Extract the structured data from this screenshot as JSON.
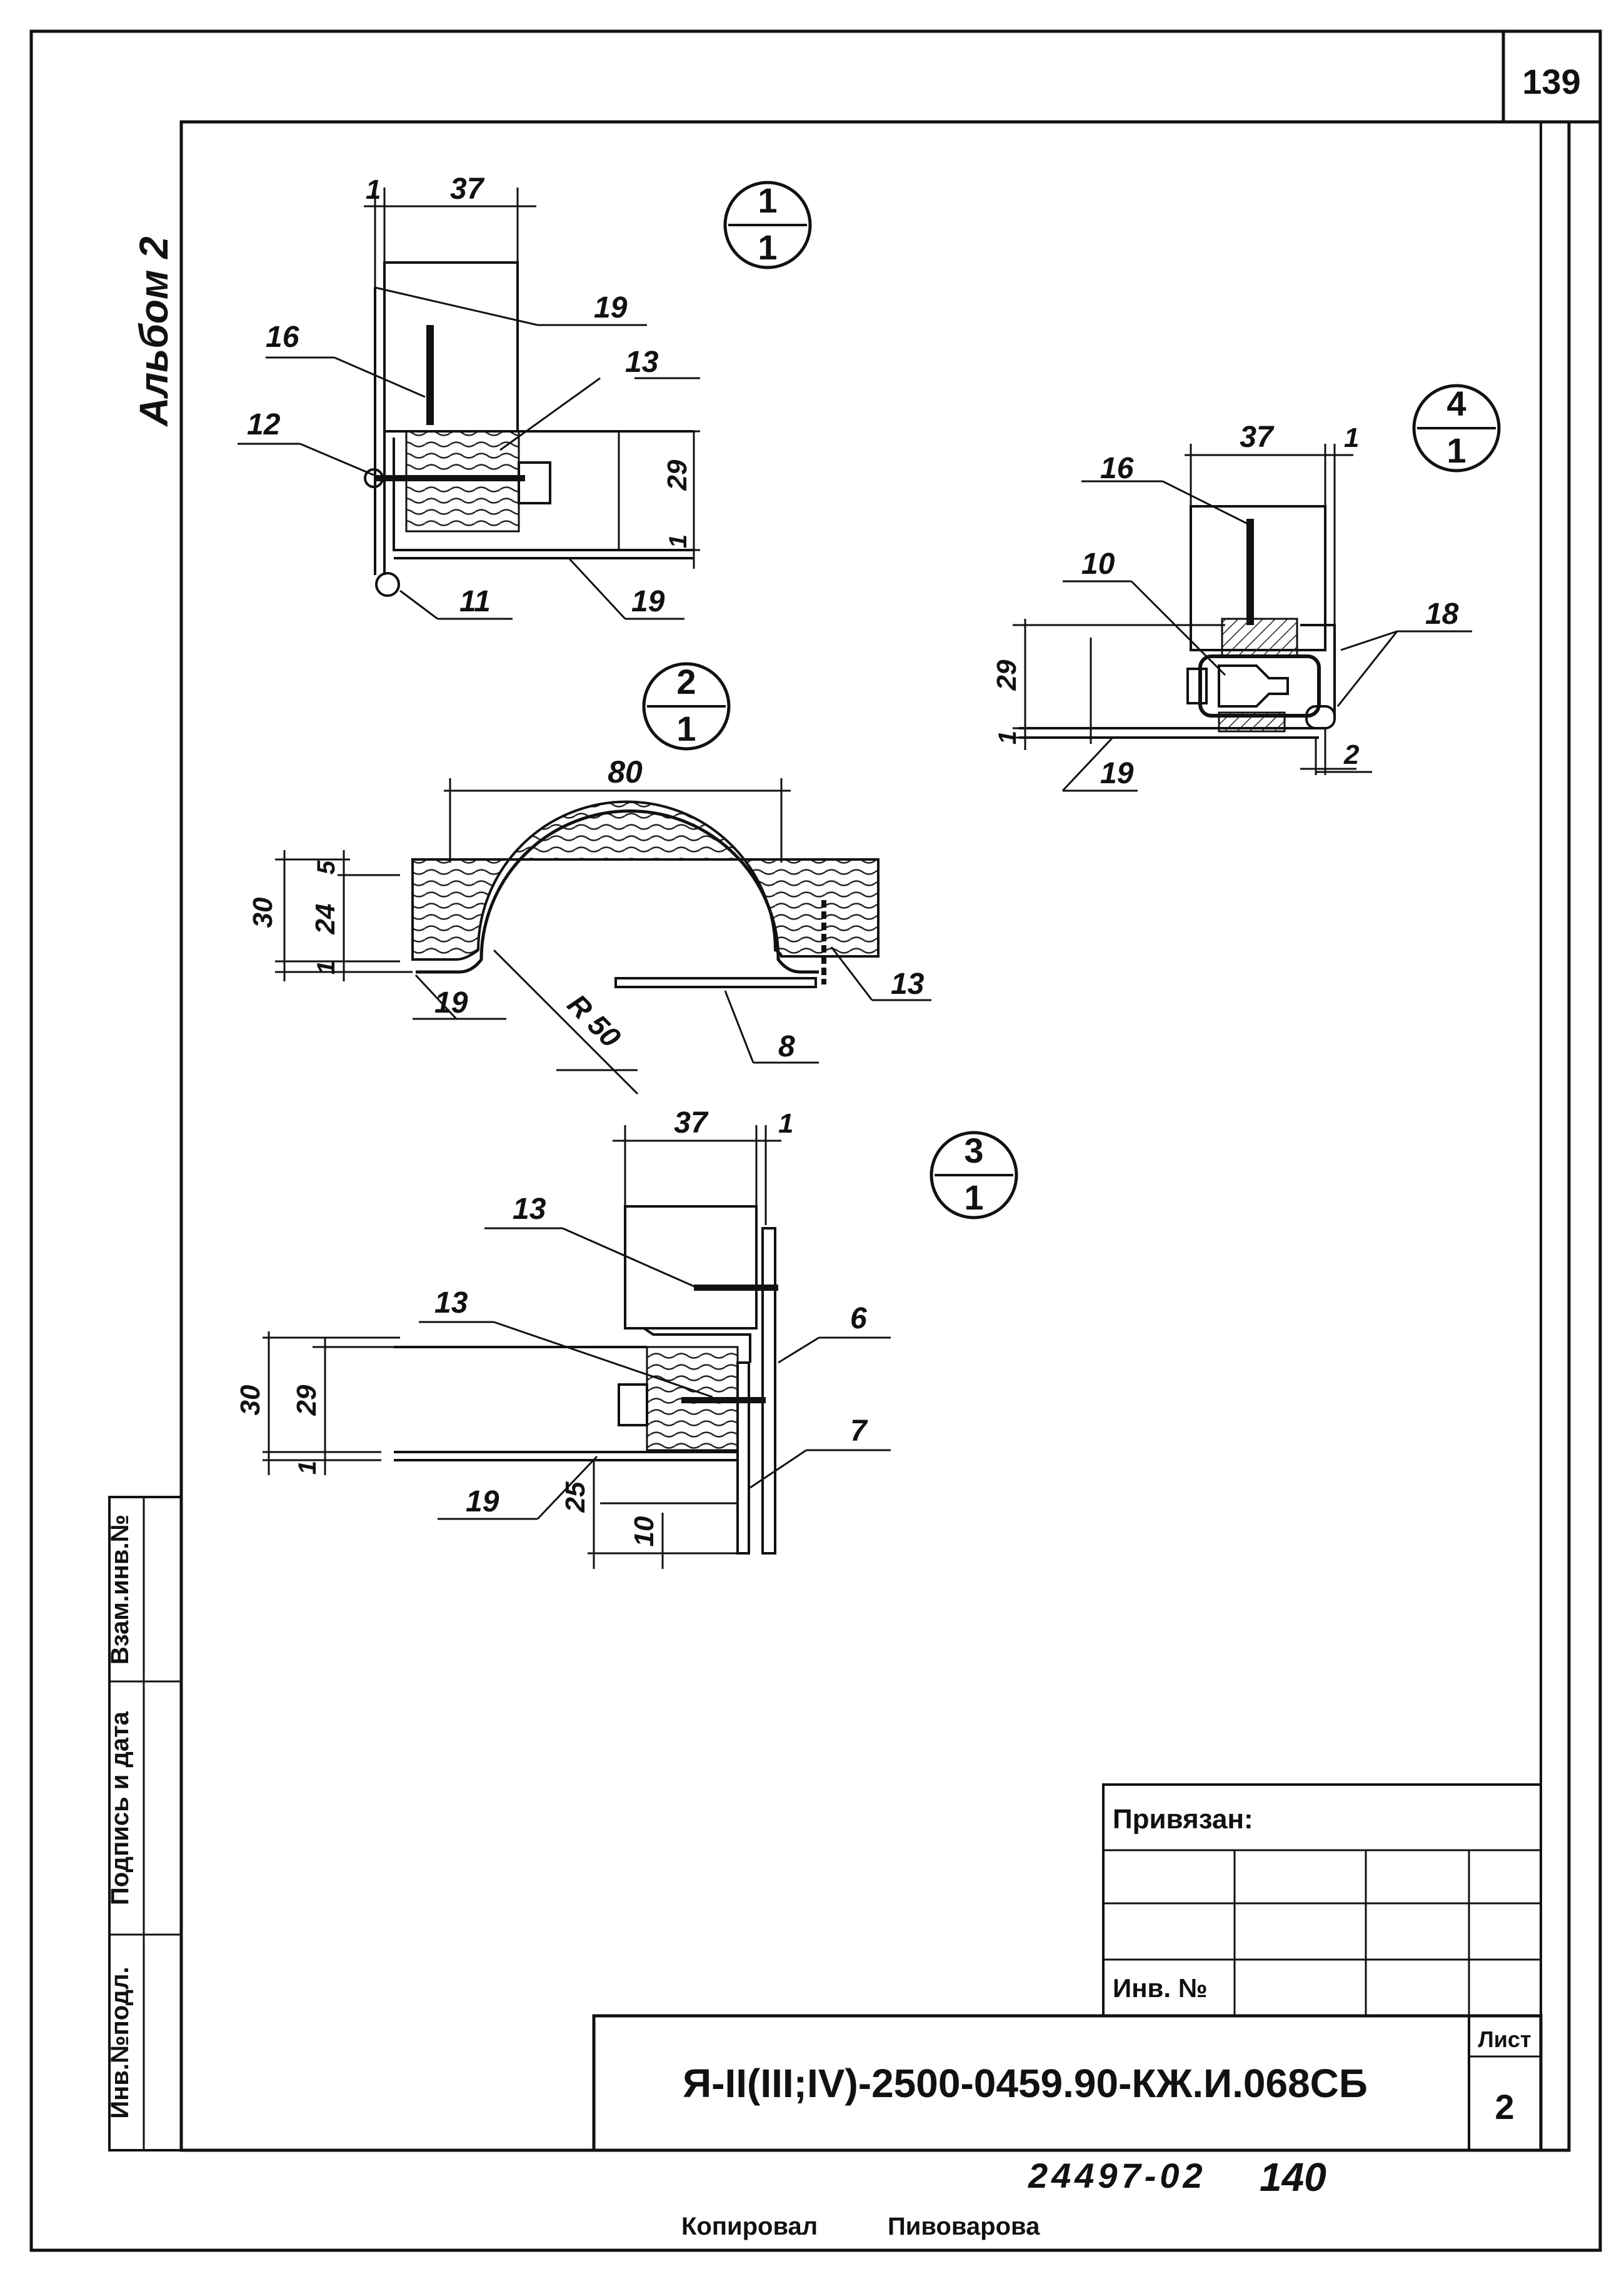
{
  "sheet": {
    "page_number": "139",
    "album": "Альбом 2",
    "designation": "Я-II(III;IV)-2500-0459.90-КЖ.И.068СБ",
    "sheet_label": "Лист",
    "sheet_number": "2",
    "bound_label": "Привязан:",
    "inv_label": "Инв. №",
    "archive_number": "24497-02",
    "archive_suffix": "140",
    "footer_copied": "Копировал",
    "footer_name": "Пивоварова"
  },
  "side_stamp": {
    "inv_podl": "Инв.№подл.",
    "signature_date": "Подпись и дата",
    "vzam_inv": "Взам.инв.№"
  },
  "details": {
    "d1": {
      "marker_top": "1",
      "marker_bottom": "1",
      "dims": {
        "w37": "37",
        "w1": "1",
        "h29": "29",
        "h1": "1"
      },
      "callouts": {
        "c19a": "19",
        "c16": "16",
        "c13": "13",
        "c12": "12",
        "c11": "11",
        "c19b": "19"
      }
    },
    "d2": {
      "marker_top": "2",
      "marker_bottom": "1",
      "dims": {
        "w80": "80",
        "h30": "30",
        "h24": "24",
        "h5": "5",
        "h1": "1",
        "r50": "R 50"
      },
      "callouts": {
        "c19": "19",
        "c8": "8",
        "c13": "13"
      }
    },
    "d3": {
      "marker_top": "3",
      "marker_bottom": "1",
      "dims": {
        "w37": "37",
        "w1": "1",
        "h30": "30",
        "h29": "29",
        "h1": "1",
        "h25": "25",
        "w10": "10"
      },
      "callouts": {
        "c13a": "13",
        "c13b": "13",
        "c6": "6",
        "c7": "7",
        "c19": "19"
      }
    },
    "d4": {
      "marker_top": "4",
      "marker_bottom": "1",
      "dims": {
        "w37": "37",
        "w1": "1",
        "h29": "29",
        "h1": "1",
        "w2": "2"
      },
      "callouts": {
        "c16": "16",
        "c10": "10",
        "c18": "18",
        "c19": "19"
      }
    }
  }
}
